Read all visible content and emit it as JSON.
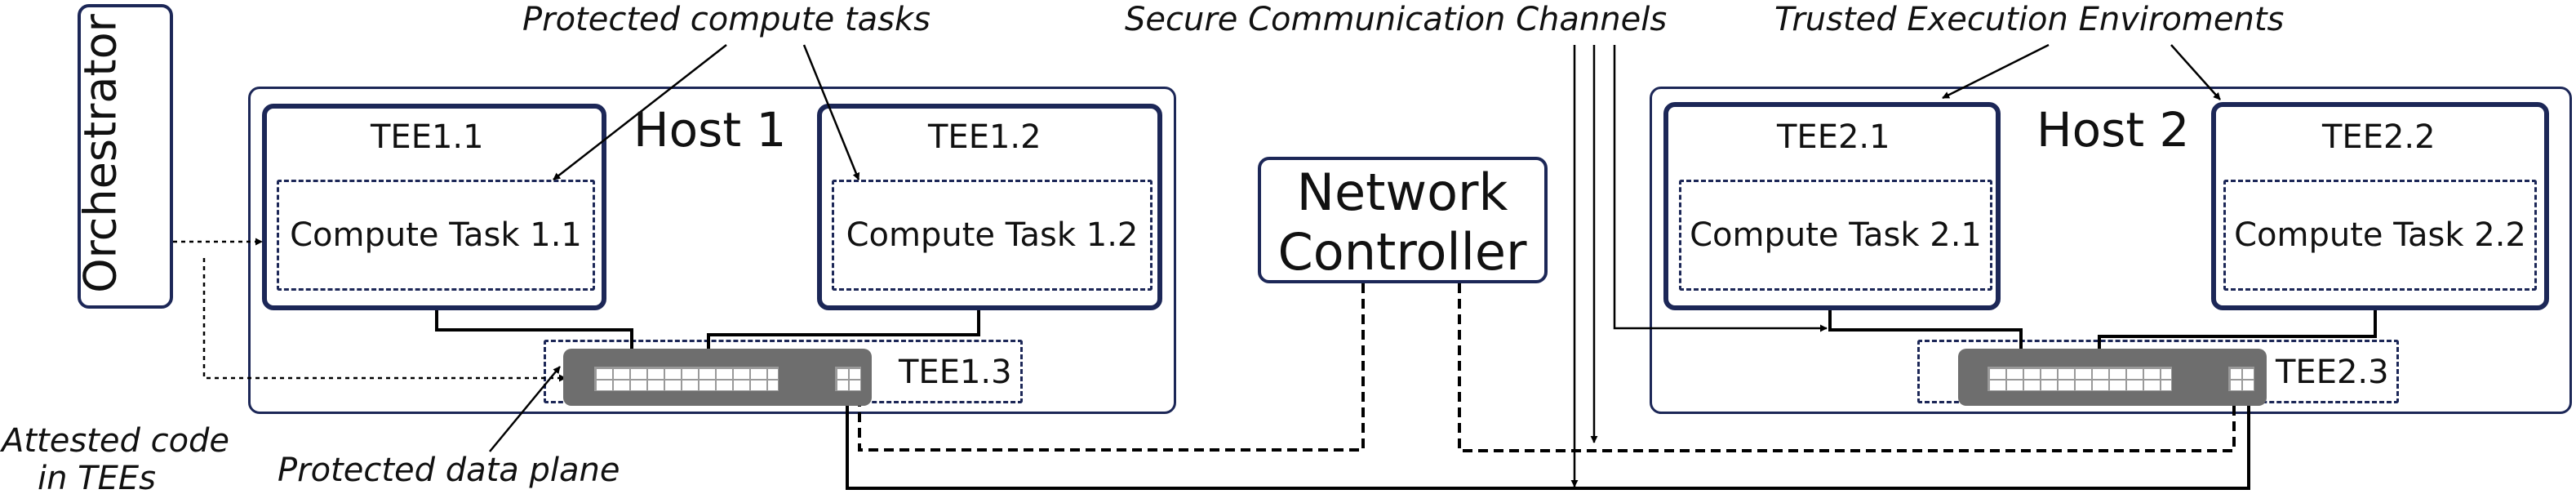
{
  "orchestrator": {
    "label": "Orchestrator"
  },
  "host1": {
    "label": "Host 1",
    "tee_a": {
      "label": "TEE1.1",
      "task": "Compute Task 1.1"
    },
    "tee_b": {
      "label": "TEE1.2",
      "task": "Compute Task 1.2"
    },
    "switch_tee": {
      "label": "TEE1.3"
    }
  },
  "host2": {
    "label": "Host 2",
    "tee_a": {
      "label": "TEE2.1",
      "task": "Compute Task 2.1"
    },
    "tee_b": {
      "label": "TEE2.2",
      "task": "Compute Task 2.2"
    },
    "switch_tee": {
      "label": "TEE2.3"
    }
  },
  "network_controller": {
    "line1": "Network",
    "line2": "Controller"
  },
  "annotations": {
    "protected_compute_tasks": "Protected compute tasks",
    "secure_channels": "Secure Communication Channels",
    "trusted_envs": "Trusted Execution Enviroments",
    "attested_code_line1": "Attested code",
    "attested_code_line2": "in TEEs",
    "protected_data_plane": "Protected data plane"
  }
}
